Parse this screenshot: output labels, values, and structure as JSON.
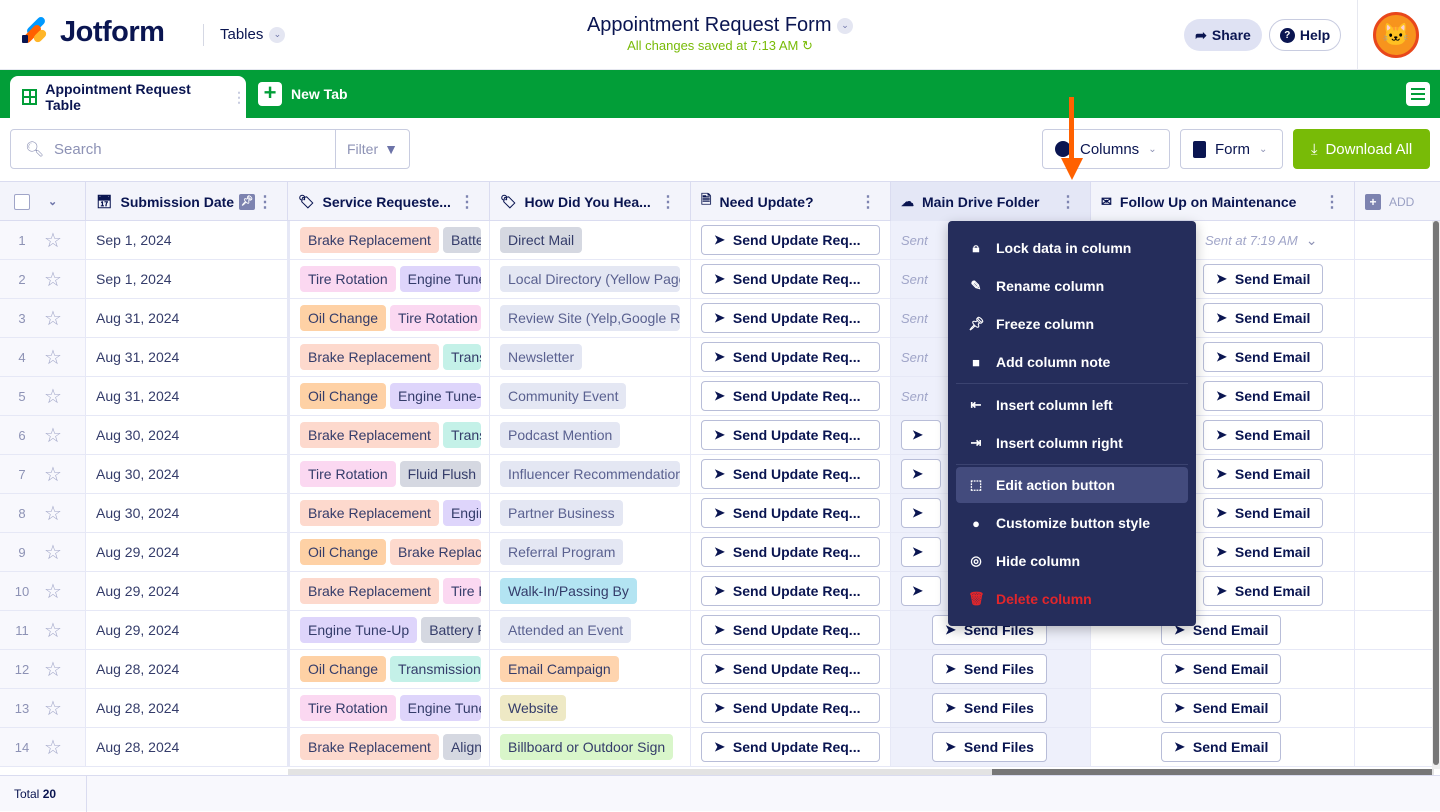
{
  "header": {
    "brand": "Jotform",
    "product": "Tables",
    "title": "Appointment Request Form",
    "saved_status": "All changes saved at 7:13 AM",
    "share": "Share",
    "help": "Help"
  },
  "tabs": {
    "active": "Appointment Request Table",
    "new_tab": "New Tab"
  },
  "toolbar": {
    "search_placeholder": "Search",
    "filter": "Filter",
    "columns": "Columns",
    "form": "Form",
    "download_all": "Download All"
  },
  "columns": [
    {
      "label": "Submission Date",
      "icon": "calendar-icon"
    },
    {
      "label": "Service Requeste...",
      "icon": "tag-icon"
    },
    {
      "label": "How Did You Hea...",
      "icon": "tag-icon"
    },
    {
      "label": "Need Update?",
      "icon": "document-icon"
    },
    {
      "label": "Main Drive Folder",
      "icon": "cloud-upload-icon"
    },
    {
      "label": "Follow Up on Maintenance",
      "icon": "envelope-icon"
    }
  ],
  "add_column": "ADD",
  "buttons": {
    "need_update": "Send Update Req...",
    "drive": "Send Files",
    "follow_up": "Send Email",
    "sent_drive": "Sent",
    "sent_follow": "Sent at 7:19 AM"
  },
  "tag_colors": {
    "Brake Replacement": "#fdd9cd",
    "Battery Replacement": "#d5d8e1",
    "Tire Rotation": "#fbd8f1",
    "Engine Tune-Up": "#ded5fb",
    "Oil Change": "#fed1a5",
    "Transmission": "#c4f1e8",
    "Fluid Flush": "#d5d8e1",
    "Alignment": "#d5d8e1",
    "Direct Mail": "#d5d8e1",
    "Walk-In/Passing By": "#b3e4f2",
    "Email Campaign": "#fed4ae",
    "Website": "#eee9c5",
    "Billboard or Outdoor Sign": "#d9f6ca",
    "default": "#e4e7f3"
  },
  "rows": [
    {
      "n": "1",
      "date": "Sep 1, 2024",
      "services": [
        "Brake Replacement",
        "Battery Replacement"
      ],
      "source": "Direct Mail"
    },
    {
      "n": "2",
      "date": "Sep 1, 2024",
      "services": [
        "Tire Rotation",
        "Engine Tune-Up"
      ],
      "source": "Local Directory (Yellow Pages)"
    },
    {
      "n": "3",
      "date": "Aug 31, 2024",
      "services": [
        "Oil Change",
        "Tire Rotation"
      ],
      "source": "Review Site (Yelp,Google Reviews)"
    },
    {
      "n": "4",
      "date": "Aug 31, 2024",
      "services": [
        "Brake Replacement",
        "Transmission"
      ],
      "source": "Newsletter"
    },
    {
      "n": "5",
      "date": "Aug 31, 2024",
      "services": [
        "Oil Change",
        "Engine Tune-Up"
      ],
      "source": "Community Event"
    },
    {
      "n": "6",
      "date": "Aug 30, 2024",
      "services": [
        "Brake Replacement",
        "Transmission"
      ],
      "source": "Podcast Mention"
    },
    {
      "n": "7",
      "date": "Aug 30, 2024",
      "services": [
        "Tire Rotation",
        "Fluid Flush"
      ],
      "source": "Influencer Recommendation"
    },
    {
      "n": "8",
      "date": "Aug 30, 2024",
      "services": [
        "Brake Replacement",
        "Engine Tune-Up"
      ],
      "source": "Partner Business"
    },
    {
      "n": "9",
      "date": "Aug 29, 2024",
      "services": [
        "Oil Change",
        "Brake Replacement"
      ],
      "source": "Referral Program"
    },
    {
      "n": "10",
      "date": "Aug 29, 2024",
      "services": [
        "Brake Replacement",
        "Tire Rotation"
      ],
      "source": "Walk-In/Passing By"
    },
    {
      "n": "11",
      "date": "Aug 29, 2024",
      "services": [
        "Engine Tune-Up",
        "Battery Replacement"
      ],
      "source": "Attended an Event"
    },
    {
      "n": "12",
      "date": "Aug 28, 2024",
      "services": [
        "Oil Change",
        "Transmission"
      ],
      "source": "Email Campaign"
    },
    {
      "n": "13",
      "date": "Aug 28, 2024",
      "services": [
        "Tire Rotation",
        "Engine Tune-Up"
      ],
      "source": "Website"
    },
    {
      "n": "14",
      "date": "Aug 28, 2024",
      "services": [
        "Brake Replacement",
        "Alignment"
      ],
      "source": "Billboard or Outdoor Sign"
    }
  ],
  "context_menu": [
    {
      "label": "Lock data in column",
      "icon": "lock-icon"
    },
    {
      "label": "Rename column",
      "icon": "pencil-icon"
    },
    {
      "label": "Freeze column",
      "icon": "pin-icon"
    },
    {
      "label": "Add column note",
      "icon": "note-icon"
    },
    {
      "label": "Insert column left",
      "icon": "insert-left-icon"
    },
    {
      "label": "Insert column right",
      "icon": "insert-right-icon"
    },
    {
      "label": "Edit action button",
      "icon": "edit-button-icon",
      "active": true
    },
    {
      "label": "Customize button style",
      "icon": "palette-icon"
    },
    {
      "label": "Hide column",
      "icon": "eye-off-icon"
    },
    {
      "label": "Delete column",
      "icon": "trash-icon",
      "danger": true
    }
  ],
  "footer": {
    "total_label": "Total",
    "total": "20"
  }
}
